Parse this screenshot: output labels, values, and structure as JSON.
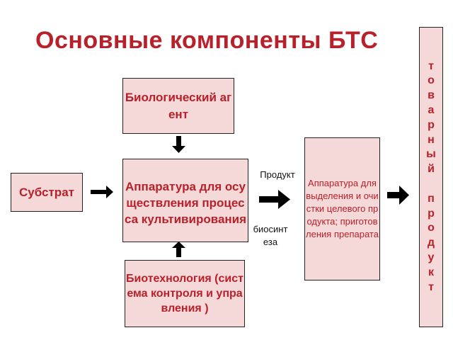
{
  "title": "Основные компоненты БТС",
  "boxes": {
    "biological_agent": "Биологический агент",
    "substrate": "Субстрат",
    "cultivation_apparatus": "Аппаратура для осуществления процесса культивирования",
    "control_system": "Биотехнология (система контроля и управления )",
    "isolation_apparatus": "Аппаратура для выделения и очистки целевого продукта; приготовления препарата",
    "commodity_product": "товарный продукт"
  },
  "labels": {
    "product": "Продукт",
    "biosynthesis": "биосинтеза"
  },
  "colors": {
    "title": "#b8202a",
    "box_fill": "#f5d9d9",
    "arrow": "#000000"
  }
}
